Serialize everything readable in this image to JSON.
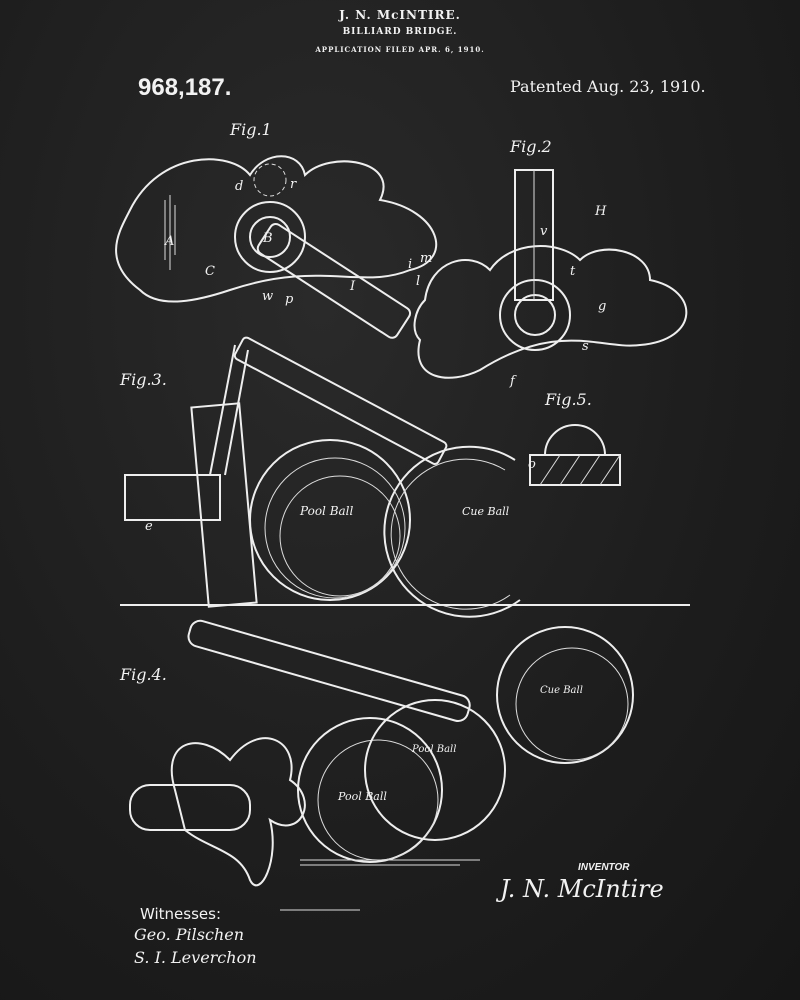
{
  "header": {
    "inventor_name": "J. N. McINTIRE.",
    "title": "BILLIARD BRIDGE.",
    "filed": "APPLICATION FILED APR. 6, 1910.",
    "patent_number": "968,187.",
    "patented": "Patented Aug. 23, 1910."
  },
  "figures": {
    "fig1": "Fig.1",
    "fig2": "Fig.2",
    "fig3": "Fig.3.",
    "fig4": "Fig.4.",
    "fig5": "Fig.5."
  },
  "balls": {
    "pool_ball": "Pool Ball",
    "cue_ball": "Cue Ball"
  },
  "ref_letters": [
    "d",
    "r",
    "B",
    "A",
    "C",
    "w",
    "p",
    "I",
    "i",
    "m",
    "l",
    "H",
    "v",
    "t",
    "o",
    "s",
    "g",
    "f",
    "e"
  ],
  "footer": {
    "inventor_label": "INVENTOR",
    "inventor_signature": "J. N. McIntire",
    "witnesses_label": "Witnesses:",
    "witness_1": "Geo. Pilschen",
    "witness_2": "S. I. Leverchon"
  },
  "colors": {
    "background": "#1e1e1e",
    "ink": "#f2f2f2"
  }
}
